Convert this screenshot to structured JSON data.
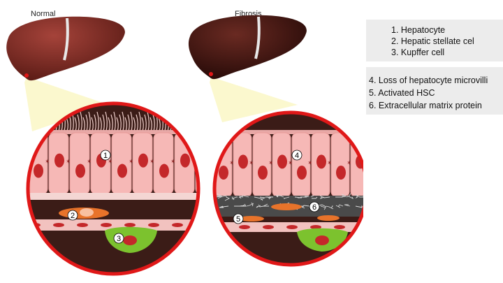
{
  "titles": {
    "normal": "Normal",
    "fibrosis": "Fibrosis"
  },
  "legend": {
    "group1": [
      "1. Hepatocyte",
      "2. Hepatic stellate cel",
      "3. Kupffer cell"
    ],
    "group2": [
      "4. Loss of hepatocyte microvilli",
      "5. Activated HSC",
      "6. Extracellular matrix protein"
    ]
  },
  "markers": {
    "normal": [
      "1",
      "2",
      "3"
    ],
    "fibrosis": [
      "4",
      "5",
      "6"
    ]
  },
  "colors": {
    "liver_normal": "#7a2a22",
    "liver_fibrosis": "#3d1410",
    "hepatocyte": "#f6b8b6",
    "nucleus": "#c4282a",
    "circle_border": "#e01818",
    "stellate": "#e8732a",
    "kupffer": "#7cc22e",
    "legend_bg": "#ececec",
    "cone": "#fbf7c9"
  }
}
